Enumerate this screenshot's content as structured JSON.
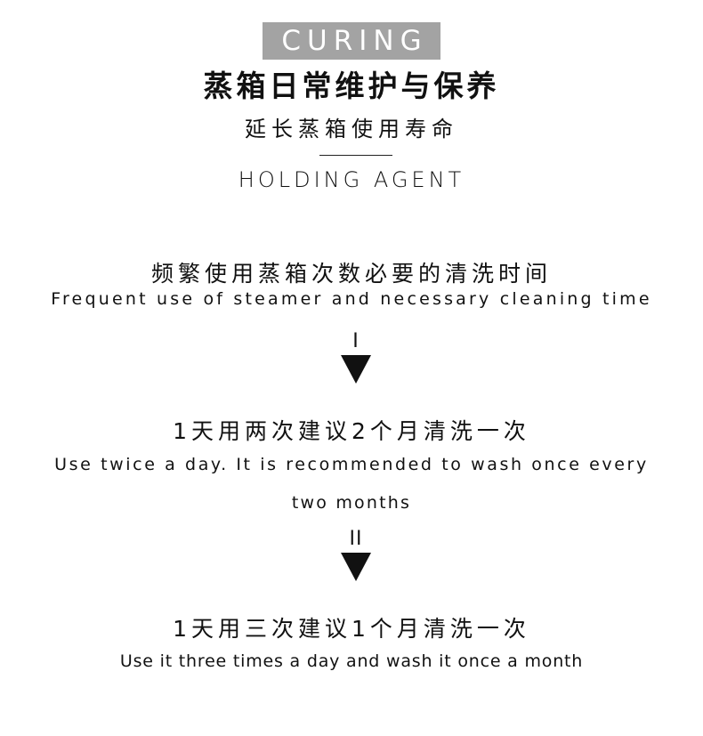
{
  "header": {
    "badge": "CURING",
    "title": "蒸箱日常维护与保养",
    "subtitle": "延长蒸箱使用寿命",
    "english_heading": "HOLDING AGENT"
  },
  "steps": [
    {
      "cn": "频繁使用蒸箱次数必要的清洗时间",
      "en": "Frequent use of steamer and necessary cleaning time"
    },
    {
      "cn": "1天用两次建议2个月清洗一次",
      "en_line1": "Use twice a day. It is recommended to wash once every",
      "en_line2": "two months"
    },
    {
      "cn": "1天用三次建议1个月清洗一次",
      "en": "Use it three times a day and wash it once a month"
    }
  ],
  "arrows": [
    {
      "mark": "I"
    },
    {
      "mark": "II"
    }
  ],
  "colors": {
    "badge_bg": "#a3a3a3",
    "badge_text": "#ffffff",
    "text": "#111111"
  },
  "icons": [
    "down-arrow-icon"
  ]
}
